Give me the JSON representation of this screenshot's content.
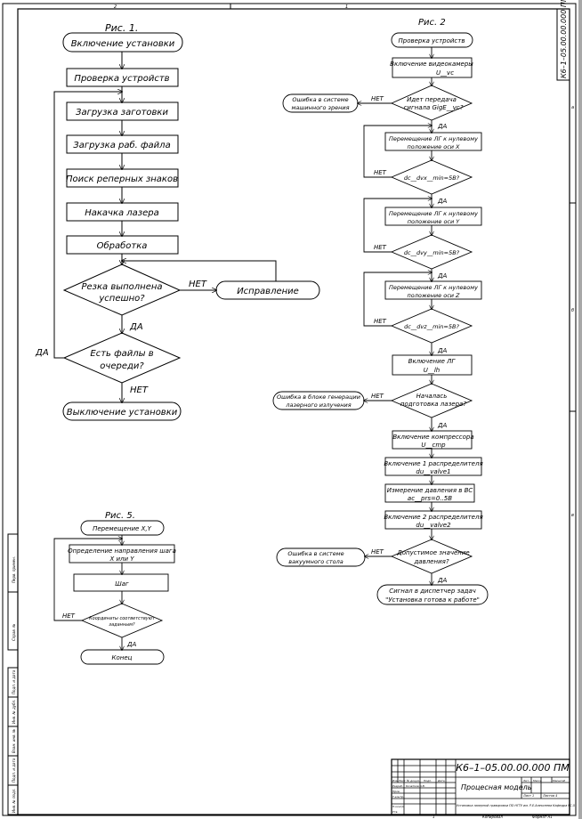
{
  "sheet": {
    "grid_top": [
      "2",
      "1"
    ],
    "grid_right": [
      "a",
      "б",
      "в"
    ],
    "stamp_vertical": "К6–1–05.00.00.000 ПМ"
  },
  "fig1": {
    "title": "Рис. 1.",
    "start": "Включение установки",
    "steps": [
      "Проверка устройств",
      "Загрузка заготовки",
      "Загрузка раб. файла",
      "Поиск реперных знаков",
      "Накачка лазера",
      "Обработка"
    ],
    "decision1": [
      "Резка выполнена",
      "успешно?"
    ],
    "fix": "Исправление",
    "decision2": [
      "Есть файлы в",
      "очереди?"
    ],
    "end": "Выключение установки",
    "yes": "ДА",
    "no": "НЕТ"
  },
  "fig2": {
    "title": "Рис. 2",
    "start": "Проверка устройств",
    "cam_on": [
      "Включение видеокамеры",
      "U__vc"
    ],
    "dec_gige": [
      "Идет передача",
      "сигнала GigE__vc?"
    ],
    "err_vision": [
      "Ошибка в системе",
      "машинного зрения"
    ],
    "move_x": [
      "Перемещение ЛГ к нулевому",
      "положение оси X"
    ],
    "dec_x": "dc__dvx__min=5В?",
    "move_y": [
      "Перемещение ЛГ к нулевому",
      "положение оси Y"
    ],
    "dec_y": "dc__dvy__min=5В?",
    "move_z": [
      "Перемещение ЛГ к нулевому",
      "положение оси Z"
    ],
    "dec_z": "dc__dvz__min=5В?",
    "laser_on": [
      "Включение ЛГ",
      "U__lh"
    ],
    "dec_laser": [
      "Началась",
      "подготовка лазера?"
    ],
    "err_laser": [
      "Ошибка в блоке генерации",
      "лазерного излучения"
    ],
    "comp_on": [
      "Включение компрессора",
      "U__cmp"
    ],
    "valve1": [
      "Включение 1 распределителя",
      "du__valve1"
    ],
    "pressure": [
      "Измерение давления в ВС",
      "ac__prs=0..5В"
    ],
    "valve2": [
      "Включение 2 распределителя",
      "du__valve2"
    ],
    "dec_press": [
      "Допустимое значение",
      "давления?"
    ],
    "err_vac": [
      "Ошибка в системе",
      "вакуумного стола"
    ],
    "end": [
      "Сигнал в диспетчер задач",
      "\"Установка готова к работе\""
    ],
    "yes": "ДА",
    "no": "НЕТ"
  },
  "fig5": {
    "title": "Рис. 5.",
    "start": "Перемещение X,Y",
    "dir": [
      "Определение направления шага",
      "X или Y"
    ],
    "step": "Шаг",
    "dec": [
      "Координаты соответствуют",
      "заданным?"
    ],
    "end": "Конец",
    "yes": "ДА",
    "no": "НЕТ"
  },
  "titleblock": {
    "designation": "К6–1–05.00.00.000 ПМ",
    "name": "Процесная модель",
    "headers": [
      "Изм.",
      "Лист",
      "№ докум.",
      "Подп.",
      "Дата"
    ],
    "roles": [
      "Разраб.",
      "Пров.",
      "Т.контр.",
      "Н.контр.",
      "Утв."
    ],
    "developer": "Кочетков А.В.",
    "lit_headers": [
      "Лит.",
      "Масса",
      "Масштаб"
    ],
    "sheet_label": "Лист 1",
    "sheets_label": "Листов 4",
    "org": "Установка лазерной гравировки ПО НГТУ им. Р.Е.Алексеева Кафедра РС-5",
    "copied": "Копировал",
    "format": "Формат А1",
    "sheet_num": "1"
  },
  "sidebar": {
    "labels": [
      "Перв. примен.",
      "Справ. №",
      "Подп. и дата",
      "Инв. № дубл.",
      "Взам. инв. №",
      "Подп. и дата",
      "Инв. № подл."
    ]
  }
}
